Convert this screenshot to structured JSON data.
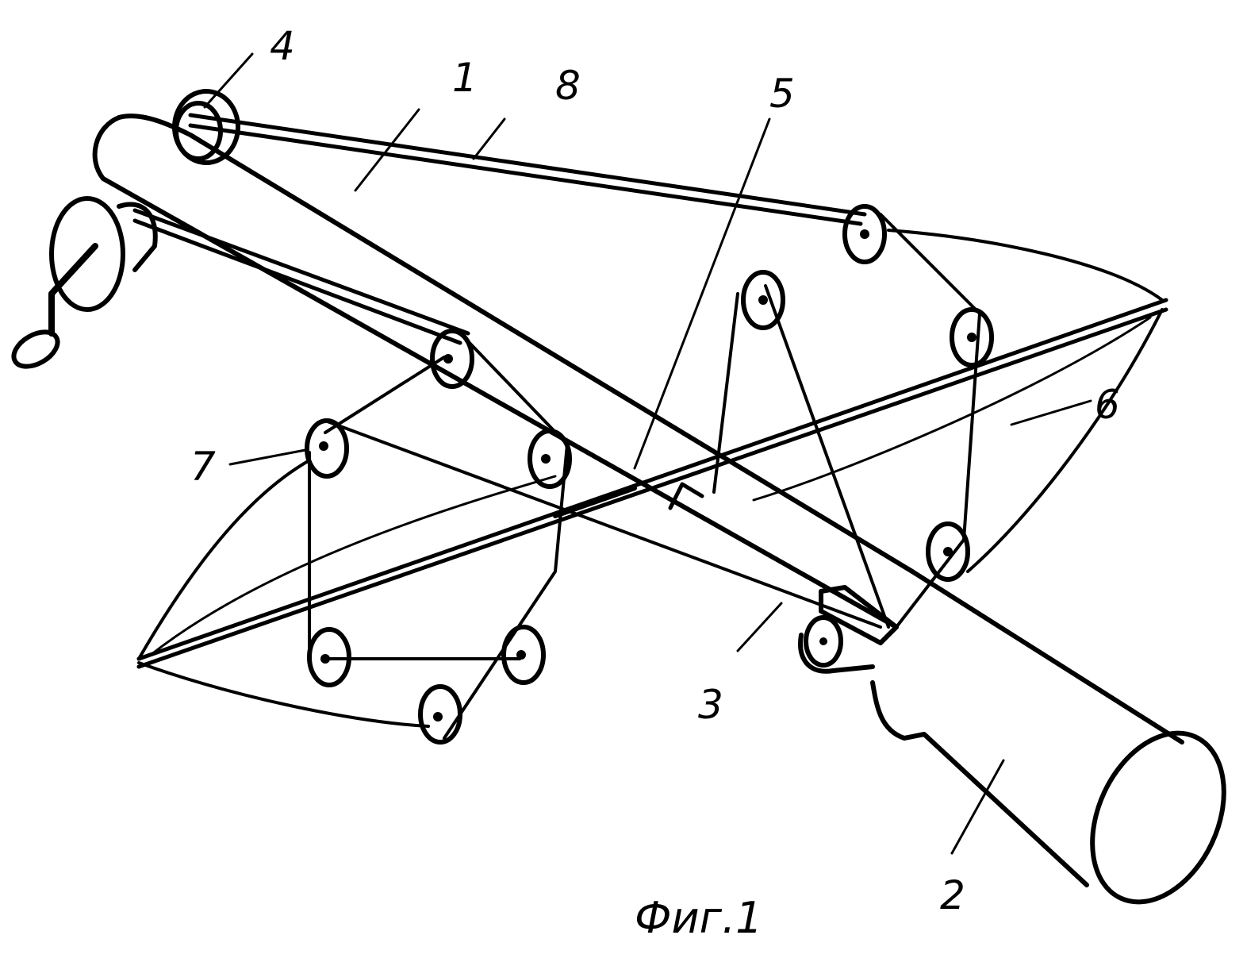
{
  "figure": {
    "caption": "Фиг.1",
    "ink_color": "#000000",
    "paper_color": "#ffffff"
  },
  "labels": [
    {
      "id": "1",
      "text": "1",
      "part": "stock-beam"
    },
    {
      "id": "2",
      "text": "2",
      "part": "butt"
    },
    {
      "id": "3",
      "text": "3",
      "part": "trigger-mechanism"
    },
    {
      "id": "4",
      "text": "4",
      "part": "winch-spool"
    },
    {
      "id": "5",
      "text": "5",
      "part": "bolt"
    },
    {
      "id": "6",
      "text": "6",
      "part": "bow-limb"
    },
    {
      "id": "7",
      "text": "7",
      "part": "pulley"
    },
    {
      "id": "8",
      "text": "8",
      "part": "cable"
    }
  ]
}
